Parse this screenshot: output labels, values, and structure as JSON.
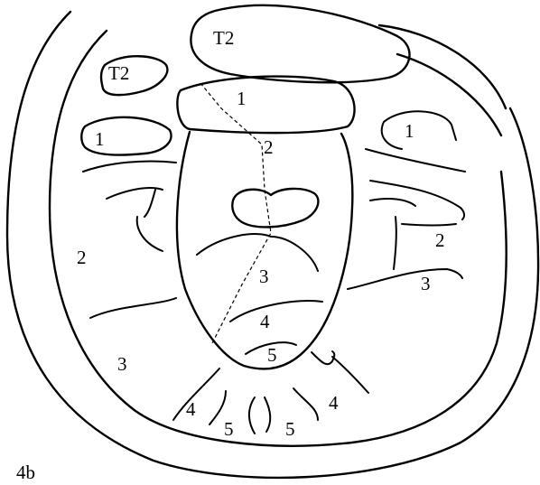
{
  "figure": {
    "panel_label": "4b",
    "labels": {
      "t2_top": "T2",
      "t2_left": "T2",
      "zone1_center": "1",
      "zone1_left": "1",
      "zone1_right": "1",
      "zone2_center": "2",
      "zone2_left": "2",
      "zone2_right": "2",
      "zone3_center": "3",
      "zone3_left": "3",
      "zone3_right": "3",
      "zone4_center": "4",
      "zone4_left": "4",
      "zone4_right": "4",
      "zone5_center": "5",
      "zone5_left": "5",
      "zone5_right": "5"
    }
  }
}
